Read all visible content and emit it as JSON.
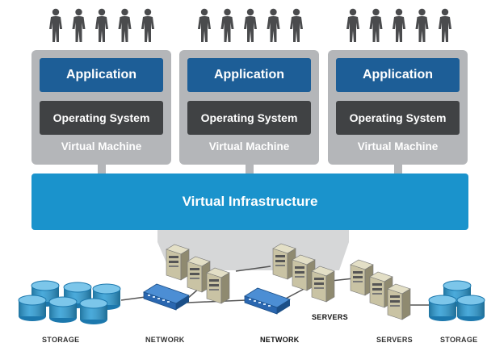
{
  "virtual_machines": [
    {
      "application": "Application",
      "operating_system": "Operating System",
      "label": "Virtual Machine"
    },
    {
      "application": "Application",
      "operating_system": "Operating System",
      "label": "Virtual Machine"
    },
    {
      "application": "Application",
      "operating_system": "Operating System",
      "label": "Virtual Machine"
    }
  ],
  "users_per_group": 5,
  "virtual_infrastructure": "Virtual Infrastructure",
  "hardware_labels": {
    "storage_left": "STORAGE",
    "network_left": "NETWORK",
    "network_center": "NETWORK",
    "servers_inline": "SERVERS",
    "servers_right": "SERVERS",
    "storage_right": "STORAGE"
  },
  "colors": {
    "application": "#1d5e97",
    "operating_system": "#404244",
    "virtual_machine": "#b4b6b9",
    "virtual_infrastructure": "#1a93cc",
    "person": "#4a4b4d",
    "storage": "#2a9bd4",
    "network_switch": "#2a67b0",
    "server": "#c9c3a4"
  }
}
